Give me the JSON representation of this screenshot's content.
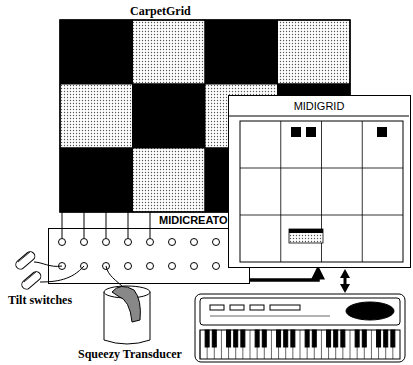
{
  "diagram": {
    "nodes": [
      {
        "text": [
          "CarpetGrid"
        ]
      },
      {
        "text": [
          "MIDICREATOR"
        ]
      },
      {
        "text": [
          "MIDIGRID"
        ]
      }
    ],
    "edges": [
      {
        "from": 0,
        "to": 1,
        "arrow": "none"
      },
      {
        "from": 1,
        "to": 2,
        "arrow": "to"
      }
    ],
    "labels": [
      "Tilt switches",
      "Squeezy Transducer"
    ]
  }
}
